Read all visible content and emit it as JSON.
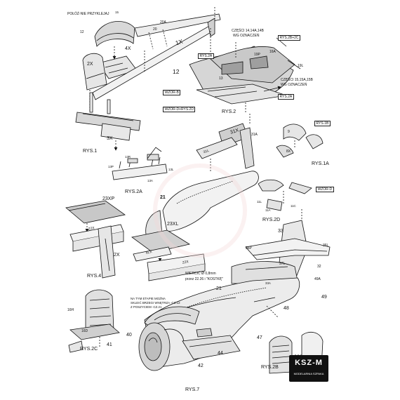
{
  "labels": {
    "poloz": "POŁÓŻ-NIE PRZYKLEJAJ",
    "poloz_n": "15",
    "n12a": "12",
    "n20a": "20A",
    "n20": "20",
    "n1x": "1X",
    "n4x": "4X",
    "n2x_top": "2X",
    "czesci_14": "CZĘŚCI 14,14A,14B",
    "wg_ozn_1": "WG OZNACZEŃ",
    "rys_2b2c": "RYS.2B+2C",
    "rys_2a_top": "RYS.2A",
    "n16a": "16A",
    "n19p": "19P",
    "n12": "12",
    "n13": "13",
    "n19l": "19L",
    "czesci_15": "CZĘŚCI 15,15A,15B",
    "wg_ozn_2": "WG OZNACZEŃ",
    "wzor_b": "WZÓR-B",
    "rys_2a_mid": "RYS.2A",
    "wzor_drys": "WZÓR-D+RYS.2D",
    "rys2": "RYS.2",
    "n3x": "3X",
    "rys1": "RYS.1",
    "rys_1b": "RYS.1B",
    "n9": "9",
    "n8x": "8X",
    "rys1a": "RYS.1A",
    "n31x": "31X",
    "n31l": "31L",
    "n31a": "31A",
    "n13p": "13P",
    "n13r": "13R",
    "n13l": "13L",
    "n13a": "13A",
    "rys2a": "RYS.2A",
    "n21_top": "21",
    "wzor_d": "WZÓR-D",
    "n11l": "11L",
    "n11a": "11A",
    "n11c": "11C",
    "rys2d": "RYS.2D",
    "n23xp": "23XP",
    "n22x_top": "22X",
    "n23xl": "23XL",
    "n6lx": "6LX",
    "n22x": "22X",
    "n2x": "2X",
    "rys4": "RYS.4",
    "wiercic": "WIERCIĆ Ø 0,8mm",
    "przez": "przez 22.26 i \"KOSTKĘ\"",
    "n33": "33",
    "n36p": "36P",
    "n36l": "36L",
    "n37l": "37L",
    "n32": "32",
    "n33a": "33A",
    "n49a": "49A",
    "n21": "21",
    "n49": "49",
    "n48": "48",
    "note_1": "NA TYM ETAPIE MOŻNA",
    "note_2": "SKLEIĆ BRZEGI WNĘTRZA -CZ.12",
    "note_3": "Z POSZYCIEM -CZ.21",
    "n16h": "16H",
    "n16d": "16D",
    "n41": "41",
    "rys2c": "RYS.2C",
    "n40": "40",
    "n47": "47",
    "n42": "42",
    "n44": "44",
    "rys2b": "RYS.2B",
    "rys7": "RYS.7"
  },
  "brand": {
    "name": "KSZ-M",
    "sub": "MODELARNIA SZPAKA"
  },
  "colors": {
    "ink": "#111111",
    "fill_light": "#e6e6e6",
    "fill_mid": "#cfcfcf",
    "fill_dark": "#b7b7b7"
  }
}
